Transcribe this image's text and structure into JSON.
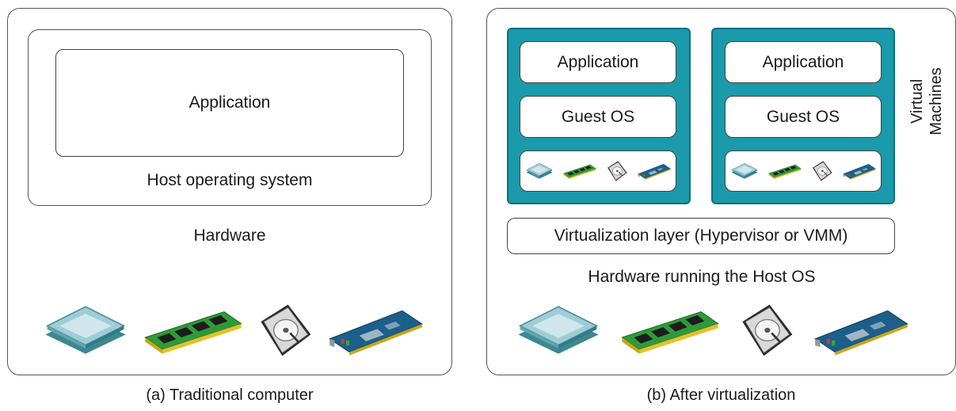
{
  "traditional": {
    "application": "Application",
    "host_os": "Host operating system",
    "hardware": "Hardware",
    "caption": "(a) Traditional computer"
  },
  "virtualized": {
    "vms": [
      {
        "application": "Application",
        "guest_os": "Guest OS"
      },
      {
        "application": "Application",
        "guest_os": "Guest OS"
      }
    ],
    "vm_label": "Virtual Machines",
    "hypervisor": "Virtualization layer (Hypervisor or VMM)",
    "hardware": "Hardware running the Host OS",
    "caption": "(b) After virtualization"
  },
  "icons": [
    "cpu-chip-icon",
    "memory-module-icon",
    "hard-disk-icon",
    "expansion-card-icon"
  ],
  "colors": {
    "vm_fill": "#1a9aaa",
    "vm_border": "#0f6f7c"
  }
}
